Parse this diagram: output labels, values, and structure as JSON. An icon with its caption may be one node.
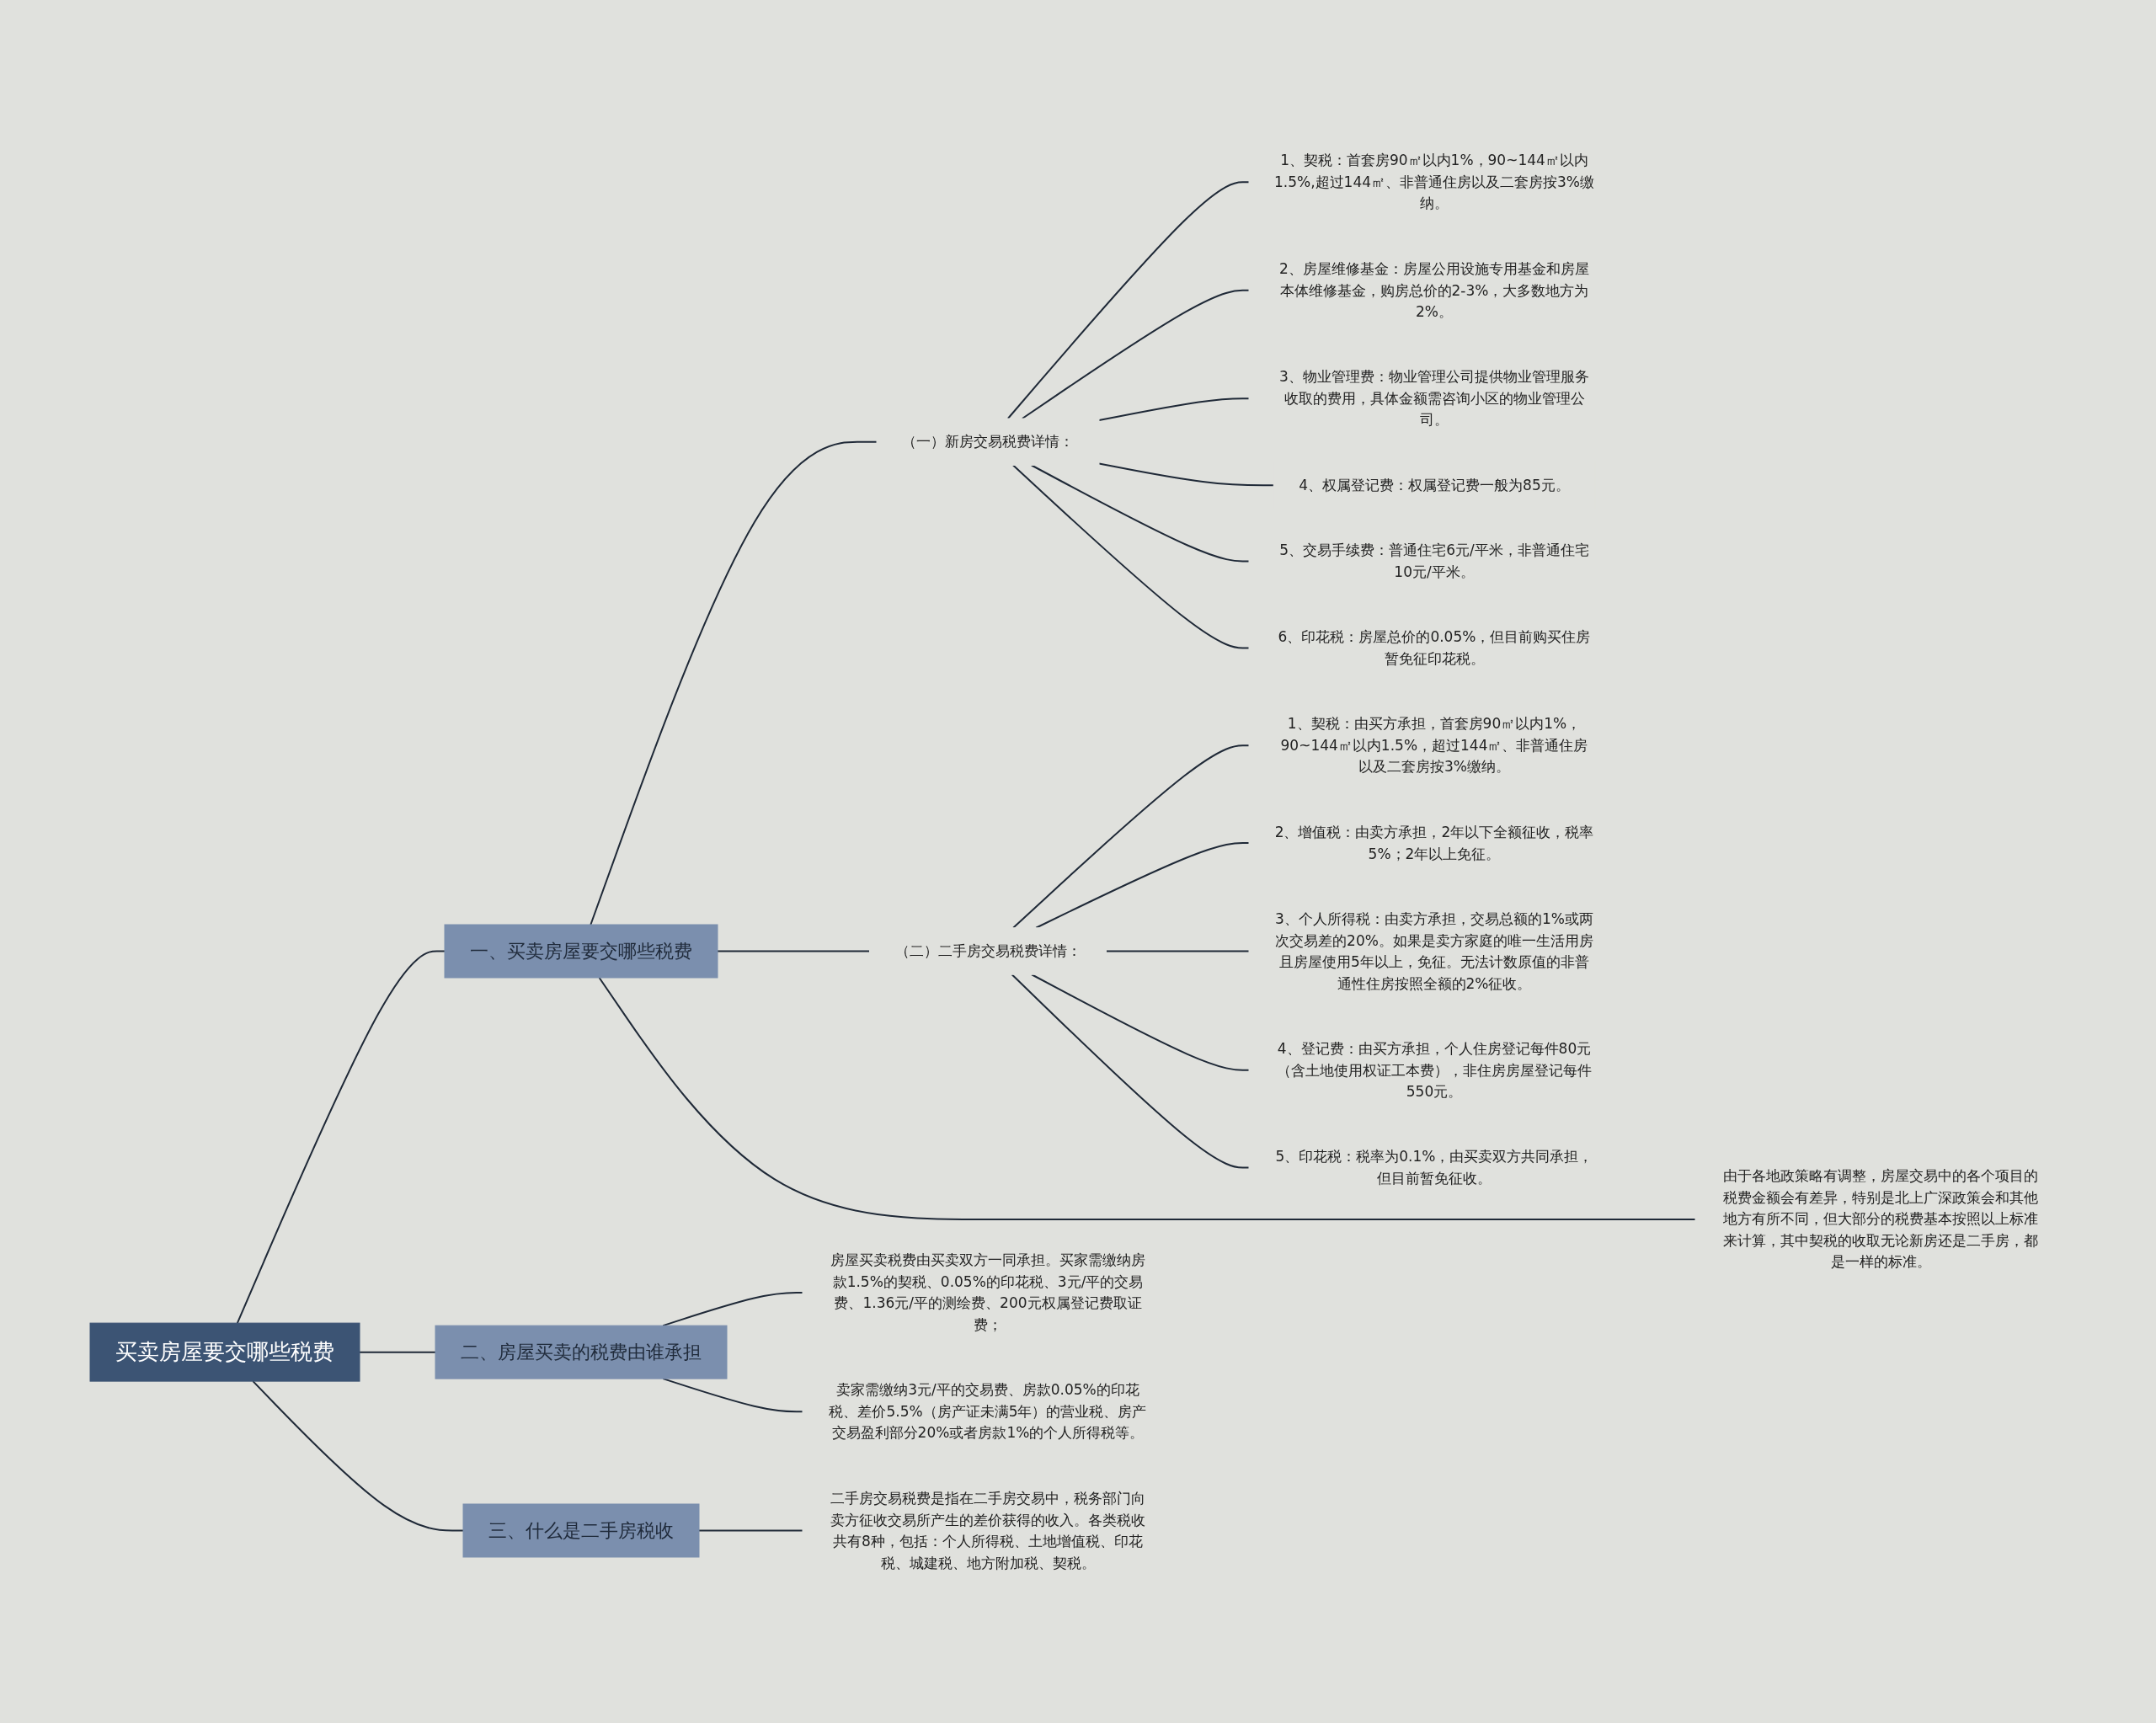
{
  "diagram": {
    "nodes": [
      {
        "text": [
          "买卖房屋要交哪些税费"
        ]
      },
      {
        "text": [
          "一、买卖房屋要交哪些税费"
        ]
      },
      {
        "text": [
          "（一）新房交易税费详情："
        ]
      },
      {
        "text": [
          "1、契税：首套房90㎡以内1%，90~144㎡以内1.5%,超过144㎡、非普通住房以及二套房按3%缴纳。"
        ]
      },
      {
        "text": [
          "2、房屋维修基金：房屋公用设施专用基金和房屋本体维修基金，购房总价的2-3%，大多数地方为2%。"
        ]
      },
      {
        "text": [
          "3、物业管理费：物业管理公司提供物业管理服务收取的费用，具体金额需咨询小区的物业管理公司。"
        ]
      },
      {
        "text": [
          "4、权属登记费：权属登记费一般为85元。"
        ]
      },
      {
        "text": [
          "5、交易手续费：普通住宅6元/平米，非普通住宅10元/平米。"
        ]
      },
      {
        "text": [
          "6、印花税：房屋总价的0.05%，但目前购买住房暂免征印花税。"
        ]
      },
      {
        "text": [
          "（二）二手房交易税费详情："
        ]
      },
      {
        "text": [
          "1、契税：由买方承担，首套房90㎡以内1%，90~144㎡以内1.5%，超过144㎡、非普通住房以及二套房按3%缴纳。"
        ]
      },
      {
        "text": [
          "2、增值税：由卖方承担，2年以下全额征收，税率5%；2年以上免征。"
        ]
      },
      {
        "text": [
          "3、个人所得税：由卖方承担，交易总额的1%或两次交易差的20%。如果是卖方家庭的唯一生活用房且房屋使用5年以上，免征。无法计数原值的非普通性住房按照全额的2%征收。"
        ]
      },
      {
        "text": [
          "4、登记费：由买方承担，个人住房登记每件80元（含土地使用权证工本费），非住房房屋登记每件550元。"
        ]
      },
      {
        "text": [
          "5、印花税：税率为0.1%，由买卖双方共同承担，但目前暂免征收。"
        ]
      },
      {
        "text": [
          "由于各地政策略有调整，房屋交易中的各个项目的税费金额会有差异，特别是北上广深政策会和其他地方有所不同，但大部分的税费基本按照以上标准来计算，其中契税的收取无论新房还是二手房，都是一样的标准。"
        ]
      },
      {
        "text": [
          "二、房屋买卖的税费由谁承担"
        ]
      },
      {
        "text": [
          "房屋买卖税费由买卖双方一同承担。买家需缴纳房款1.5%的契税、0.05%的印花税、3元/平的交易费、1.36元/平的测绘费、200元权属登记费取证费；"
        ]
      },
      {
        "text": [
          "卖家需缴纳3元/平的交易费、房款0.05%的印花税、差价5.5%（房产证未满5年）的营业税、房产交易盈利部分20%或者房款1%的个人所得税等。"
        ]
      },
      {
        "text": [
          "三、什么是二手房税收"
        ]
      },
      {
        "text": [
          "二手房交易税费是指在二手房交易中，税务部门向卖方征收交易所产生的差价获得的收入。各类税收共有8种，包括：个人所得税、土地增值税、印花税、城建税、地方附加税、契税。"
        ]
      }
    ],
    "edges": [
      {
        "from": 0,
        "to": 1,
        "arrow": "none"
      },
      {
        "from": 1,
        "to": 2,
        "arrow": "none"
      },
      {
        "from": 2,
        "to": 3,
        "arrow": "none"
      },
      {
        "from": 2,
        "to": 4,
        "arrow": "none"
      },
      {
        "from": 2,
        "to": 5,
        "arrow": "none"
      },
      {
        "from": 2,
        "to": 6,
        "arrow": "none"
      },
      {
        "from": 2,
        "to": 7,
        "arrow": "none"
      },
      {
        "from": 2,
        "to": 8,
        "arrow": "none"
      },
      {
        "from": 1,
        "to": 9,
        "arrow": "none"
      },
      {
        "from": 9,
        "to": 10,
        "arrow": "none"
      },
      {
        "from": 9,
        "to": 11,
        "arrow": "none"
      },
      {
        "from": 9,
        "to": 12,
        "arrow": "none"
      },
      {
        "from": 9,
        "to": 13,
        "arrow": "none"
      },
      {
        "from": 9,
        "to": 14,
        "arrow": "none"
      },
      {
        "from": 1,
        "to": 15,
        "arrow": "none"
      },
      {
        "from": 0,
        "to": 16,
        "arrow": "none"
      },
      {
        "from": 16,
        "to": 17,
        "arrow": "none"
      },
      {
        "from": 16,
        "to": 18,
        "arrow": "none"
      },
      {
        "from": 0,
        "to": 19,
        "arrow": "none"
      },
      {
        "from": 19,
        "to": 20,
        "arrow": "none"
      }
    ]
  }
}
